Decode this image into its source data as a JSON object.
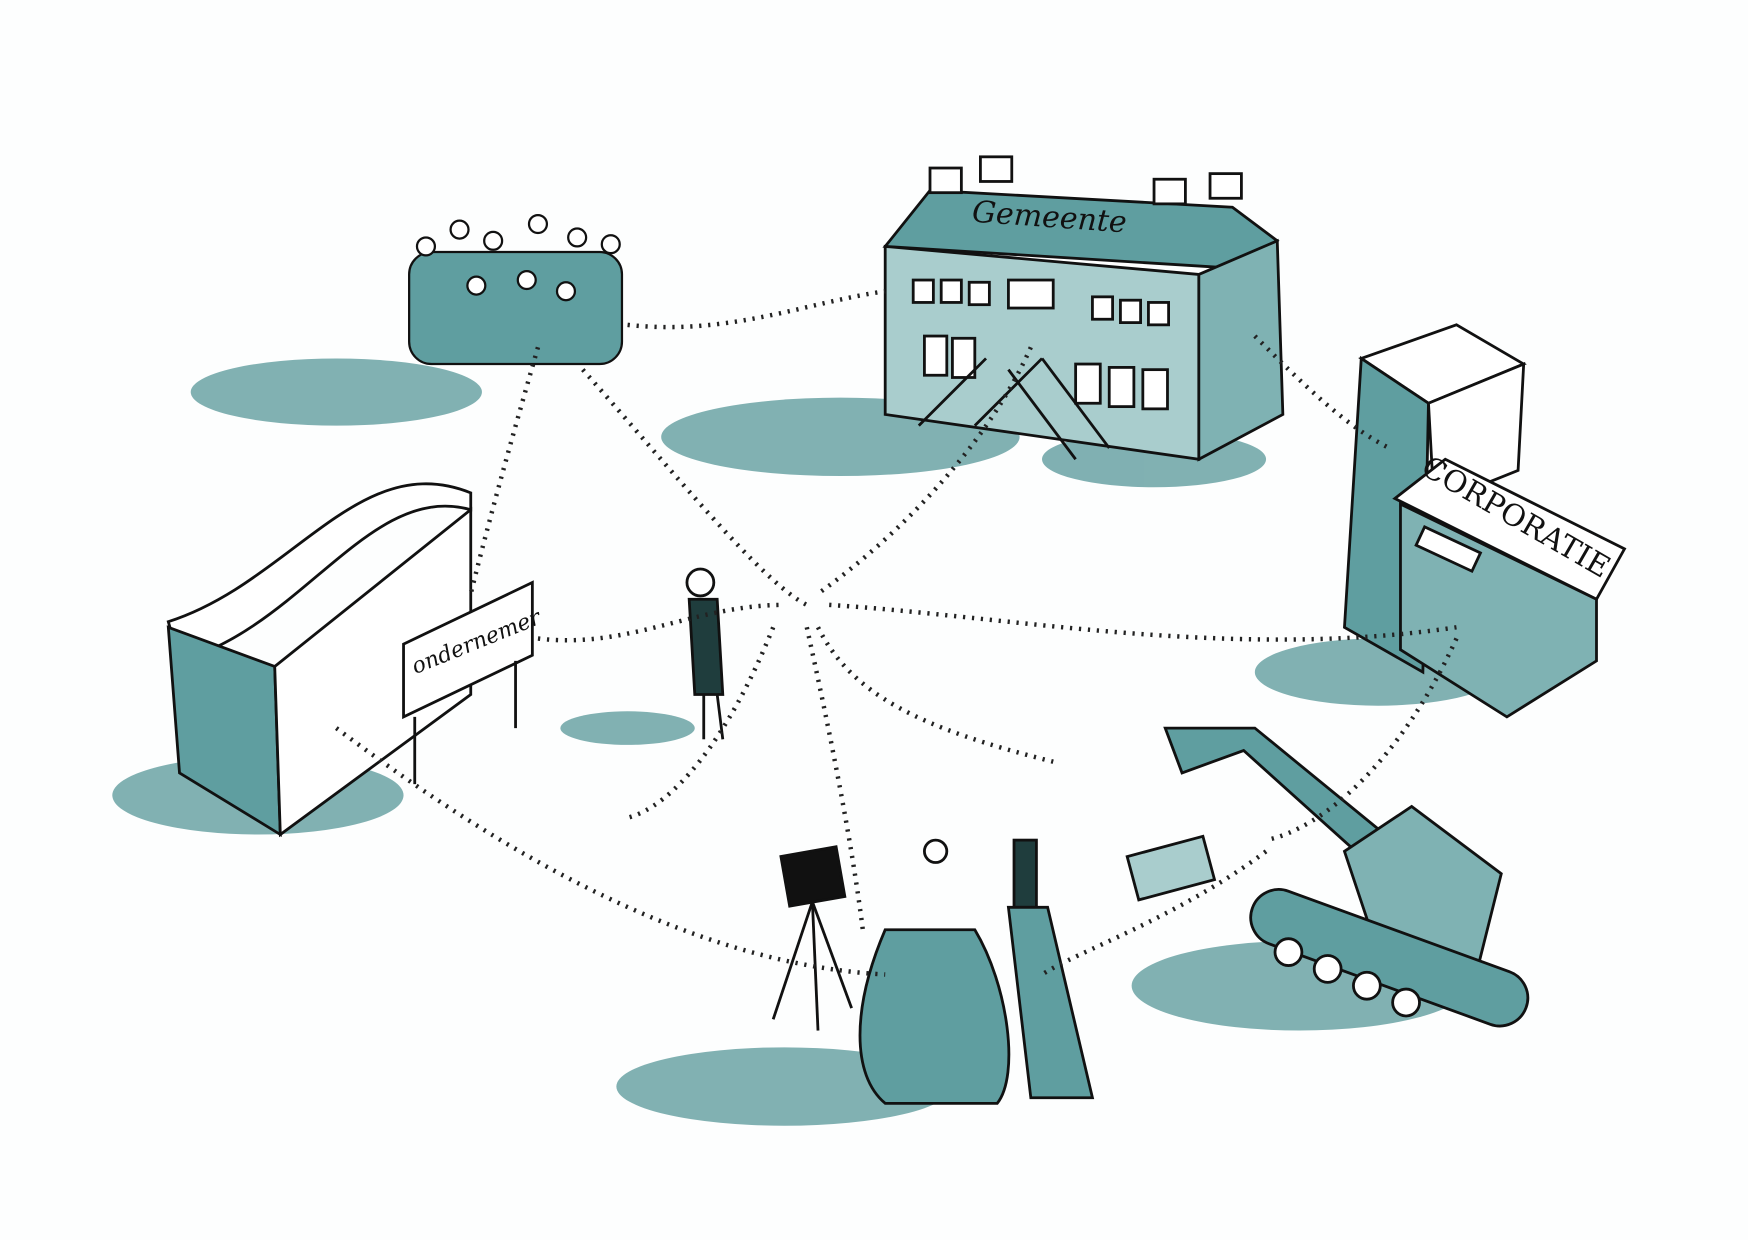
{
  "illustration": {
    "subject": "Cartoon of stakeholders tied together by ropes",
    "labels": {
      "municipality": "Gemeente",
      "corporation": "CORPORATIE",
      "entrepreneur": "ondernemer"
    },
    "colors": {
      "ink": "#111111",
      "wash": "#5f9ea0",
      "wash_light": "#a9cdcd",
      "background": "#fdfefe"
    }
  }
}
